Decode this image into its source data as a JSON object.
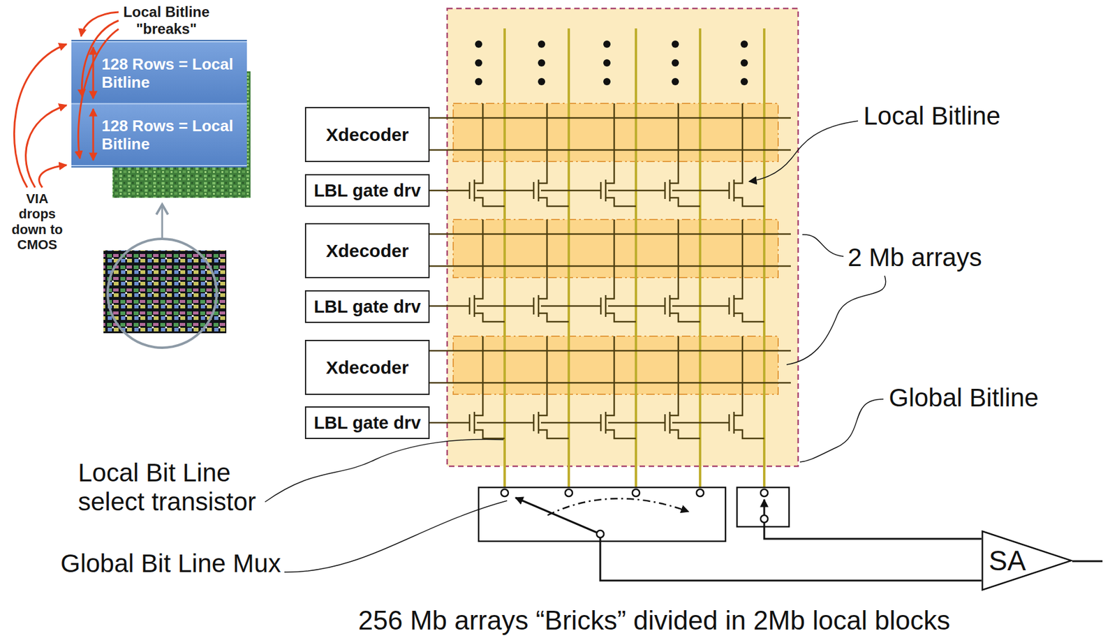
{
  "diagram": {
    "caption": "256 Mb arrays “Bricks” divided in 2Mb local blocks",
    "nodes": [
      {
        "text": [
          "128 Rows = Local Bitline"
        ]
      },
      {
        "text": [
          "128 Rows = Local Bitline"
        ]
      },
      {
        "text": [
          "Xdecoder"
        ]
      },
      {
        "text": [
          "LBL gate drv"
        ]
      },
      {
        "text": [
          "Xdecoder"
        ]
      },
      {
        "text": [
          "LBL gate drv"
        ]
      },
      {
        "text": [
          "Xdecoder"
        ]
      },
      {
        "text": [
          "LBL gate drv"
        ]
      },
      {
        "text": [
          "SA"
        ]
      }
    ],
    "labels": [
      "Local Bitline \"breaks\"",
      "VIA drops down to CMOS",
      "Local Bitline",
      "2 Mb arrays",
      "Global Bitline",
      "Local Bit Line select transistor",
      "Global Bit Line Mux"
    ]
  }
}
